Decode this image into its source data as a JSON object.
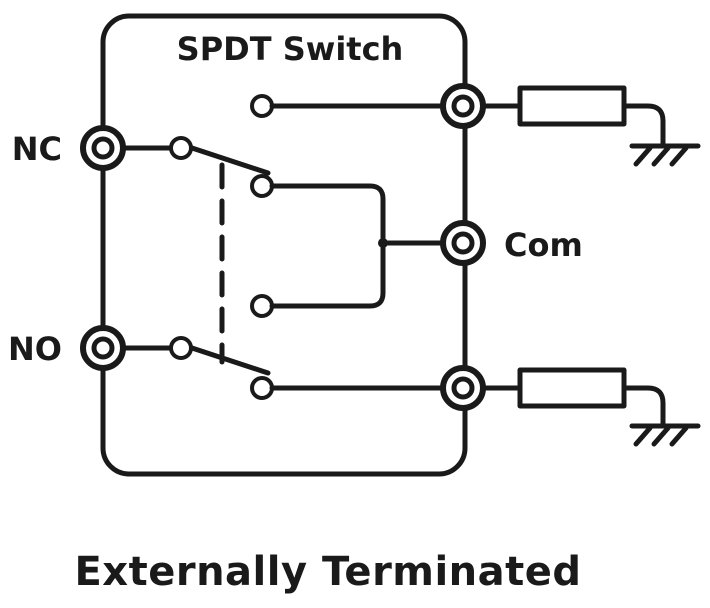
{
  "box": {
    "title": "SPDT Switch"
  },
  "ports": {
    "nc": "NC",
    "no": "NO",
    "com": "Com"
  },
  "caption": "Externally Terminated",
  "icons": {
    "connector": "coax-connector-icon",
    "resistor": "resistor-icon",
    "ground": "ground-icon"
  }
}
